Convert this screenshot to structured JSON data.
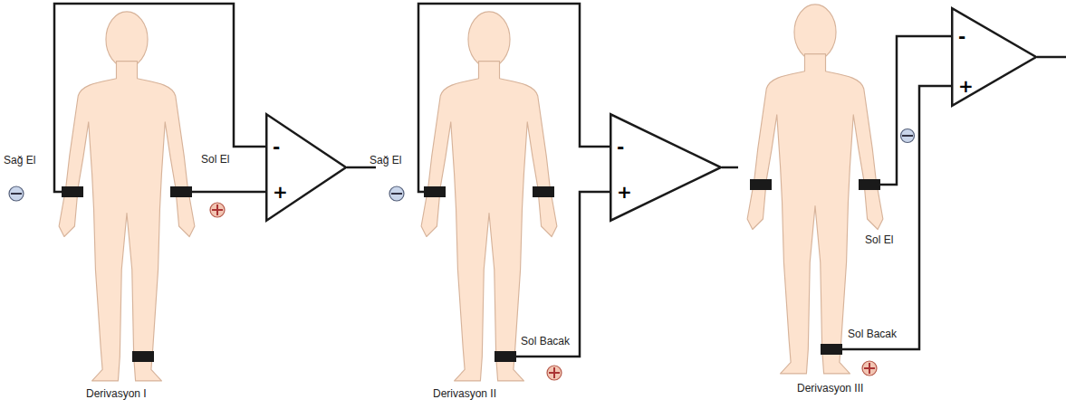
{
  "diagram": {
    "nodes": [
      {
        "text": [
          "-",
          "+"
        ]
      },
      {
        "text": [
          "-",
          "+"
        ]
      },
      {
        "text": [
          "-",
          "+"
        ]
      }
    ],
    "labels": [
      "Sağ El",
      "Sol El",
      "Derivasyon I",
      "Sağ El",
      "Sol Bacak",
      "Derivasyon II",
      "Sol El",
      "Sol Bacak",
      "Derivasyon III"
    ]
  }
}
